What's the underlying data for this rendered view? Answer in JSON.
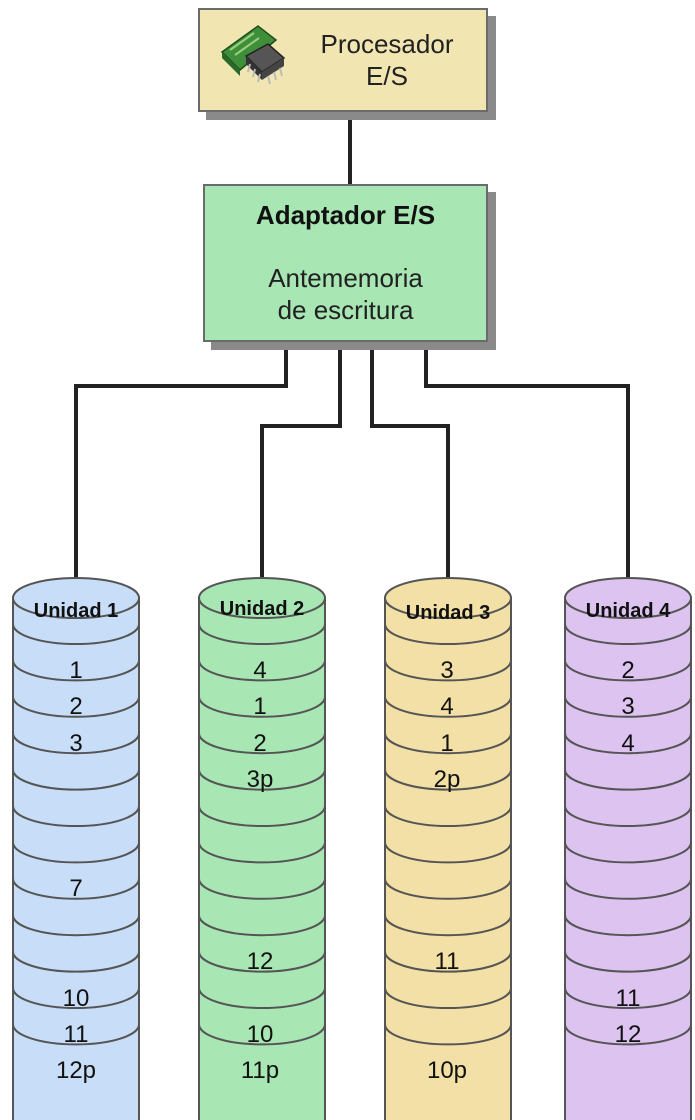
{
  "processor": {
    "line1": "Procesador",
    "line2": "E/S"
  },
  "adapter": {
    "title": "Adaptador E/S",
    "line1": "Antememoria",
    "line2": "de escritura"
  },
  "colors": {
    "processor_fill": "#f1e6b2",
    "adapter_fill": "#a8e6b4",
    "unit1": "#c8ddf7",
    "unit2": "#a8e6b4",
    "unit3": "#f3e0a6",
    "unit4": "#dcc3f0"
  },
  "units": [
    {
      "title": "Unidad 1",
      "labels": [
        "1",
        "2",
        "3",
        "",
        "",
        "",
        "7",
        "",
        "",
        "10",
        "11",
        "12p"
      ]
    },
    {
      "title": "Unidad 2",
      "labels": [
        "4",
        "1",
        "2",
        "3p",
        "",
        "",
        "",
        "",
        "12",
        "",
        "10",
        "11p"
      ]
    },
    {
      "title": "Unidad 3",
      "labels": [
        "3",
        "4",
        "1",
        "2p",
        "",
        "",
        "",
        "",
        "11",
        "",
        "",
        "10p"
      ]
    },
    {
      "title": "Unidad 4",
      "labels": [
        "2",
        "3",
        "4",
        "",
        "",
        "",
        "",
        "",
        "",
        "11",
        "12",
        ""
      ]
    }
  ]
}
